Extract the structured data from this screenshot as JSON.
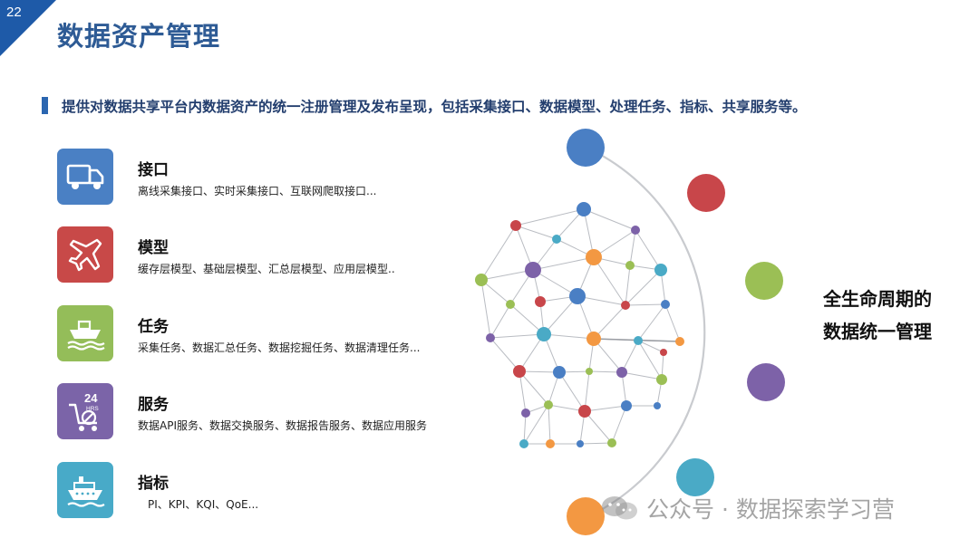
{
  "page": {
    "number": "22",
    "title": "数据资产管理",
    "subtitle": "提供对数据共享平台内数据资产的统一注册管理及发布呈现，包括采集接口、数据模型、处理任务、指标、共享服务等。"
  },
  "categories": [
    {
      "title": "接口",
      "desc": "离线采集接口、实时采集接口、互联网爬取接口...",
      "icon": "truck-icon",
      "color": "#4a80c4"
    },
    {
      "title": "模型",
      "desc": "缓存层模型、基础层模型、汇总层模型、应用层模型..",
      "icon": "airplane-icon",
      "color": "#c84948"
    },
    {
      "title": "任务",
      "desc": "采集任务、数据汇总任务、数据挖掘任务、数据清理任务...",
      "icon": "ship-icon",
      "color": "#94bd59"
    },
    {
      "title": "服务",
      "desc": "数据API服务、数据交换服务、数据报告服务、数据应用服务",
      "icon": "24hrs-delivery-icon",
      "color": "#7b64a8",
      "icon_text": "24",
      "icon_subtext": "HRS"
    },
    {
      "title": "指标",
      "desc": "PI、KPI、KQI、QoE...",
      "icon": "cruise-ship-icon",
      "color": "#48aac8"
    }
  ],
  "lifecycle": {
    "line1": "全生命周期的",
    "line2": "数据统一管理",
    "circle_colors": [
      "#4a7fc4",
      "#c8464a",
      "#9bbf55",
      "#7d62a8",
      "#4aaac6",
      "#f39842"
    ]
  },
  "watermark": {
    "text": "公众号 · 数据探索学习营",
    "icon": "wechat-icon"
  }
}
